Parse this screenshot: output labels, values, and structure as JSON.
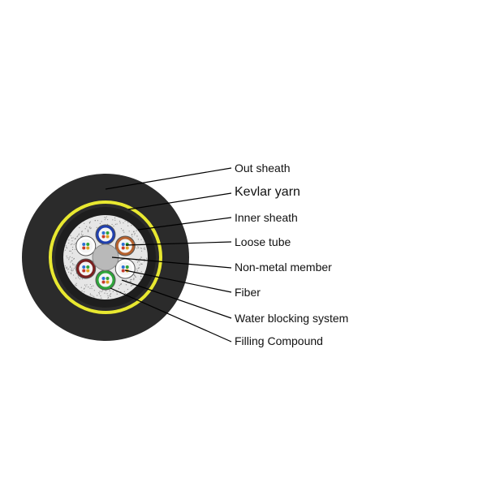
{
  "labels": {
    "out_sheath": "Out sheath",
    "kevlar_yarn": "Kevlar yarn",
    "inner_sheath": "Inner sheath",
    "loose_tube": "Loose tube",
    "non_metal_member": "Non-metal member",
    "fiber": "Fiber",
    "water_blocking_system": "Water blocking system",
    "filling_compound": "Filling Compound"
  },
  "colors": {
    "out_sheath": "#2b2b2b",
    "kevlar_yarn": "#e8e830",
    "inner_sheath": "#1e1e1e",
    "core_fill": "#e6e6e6",
    "strength_member": "#b9b9b9",
    "tube_blue": "#1f3fae",
    "tube_orange": "#b5612e",
    "tube_white": "#ffffff",
    "tube_green": "#2ea43a",
    "tube_brown": "#7a1f1f",
    "tube_white_2": "#ffffff",
    "leader_line": "#000000"
  }
}
